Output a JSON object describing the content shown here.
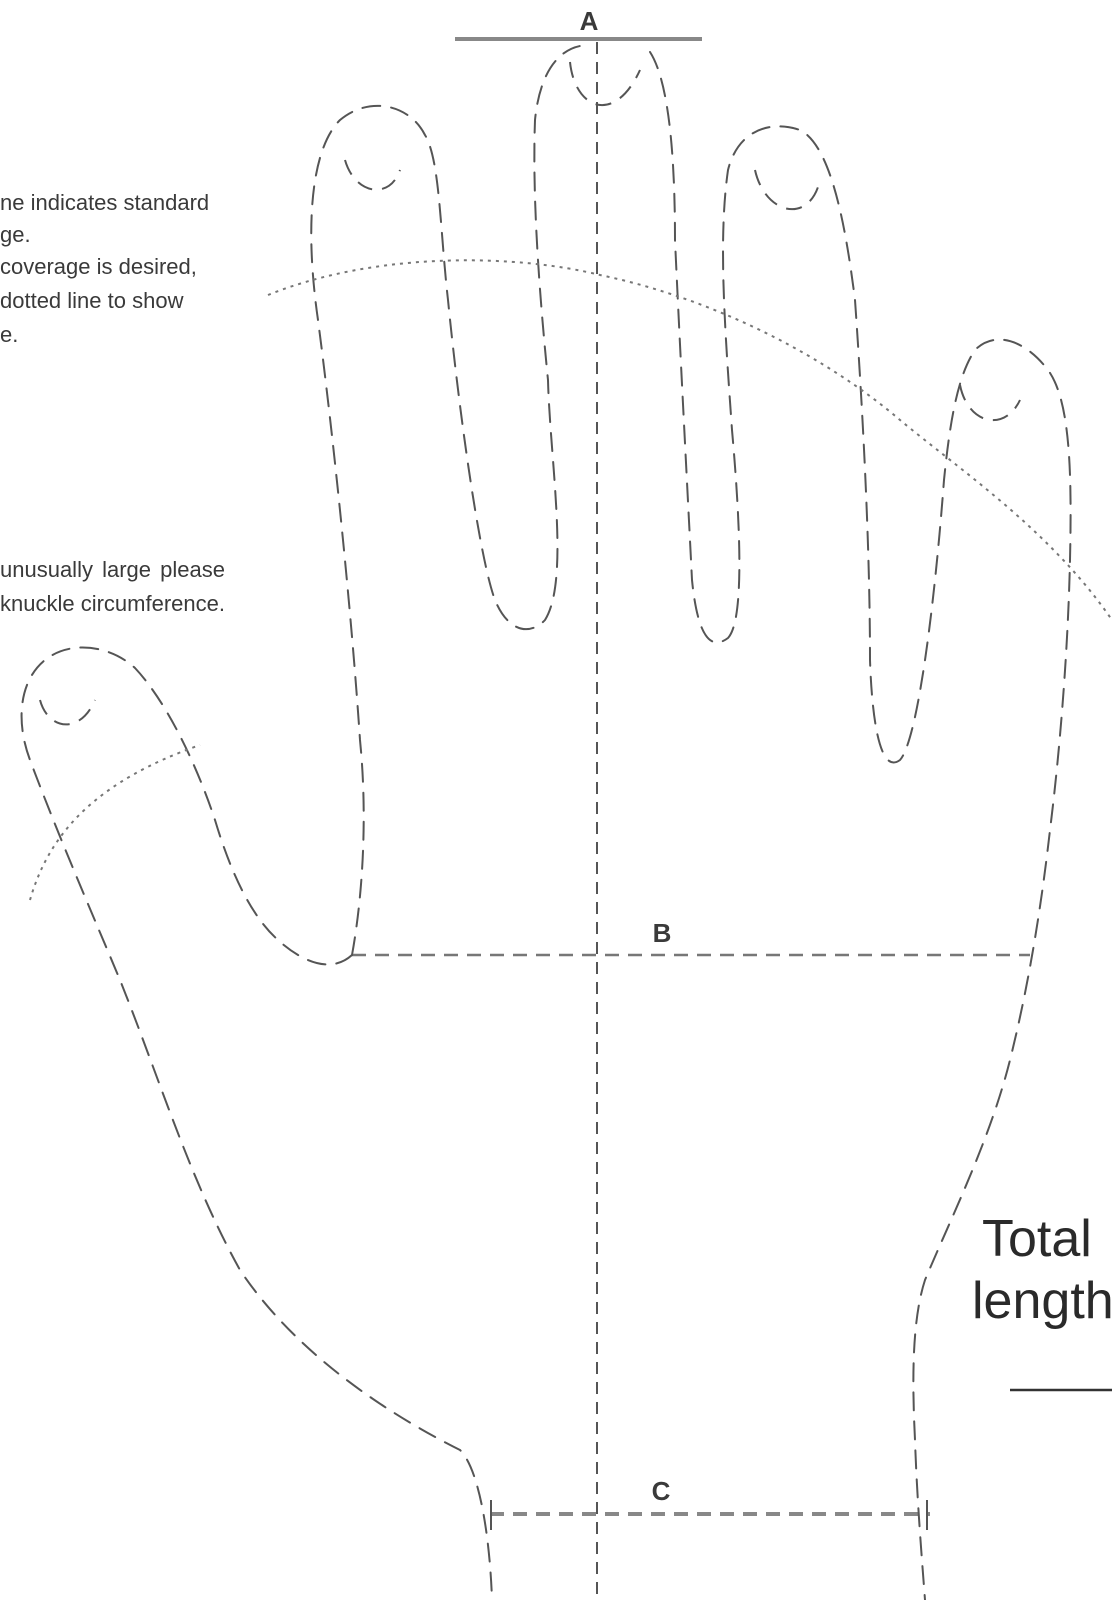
{
  "notes": {
    "coverage_lines": [
      "ne indicates standard",
      "ge.",
      " coverage is desired,",
      " dotted line to show",
      "e."
    ],
    "knuckle_lines": [
      " unusually  large  please",
      "knuckle circumference."
    ]
  },
  "labels": {
    "a": "A",
    "b": "B",
    "c": "C"
  },
  "total_length": {
    "line1": "Total",
    "line2": "length"
  },
  "colors": {
    "outline": "#555555",
    "dotted": "#777777",
    "measure_bar": "#888888"
  }
}
